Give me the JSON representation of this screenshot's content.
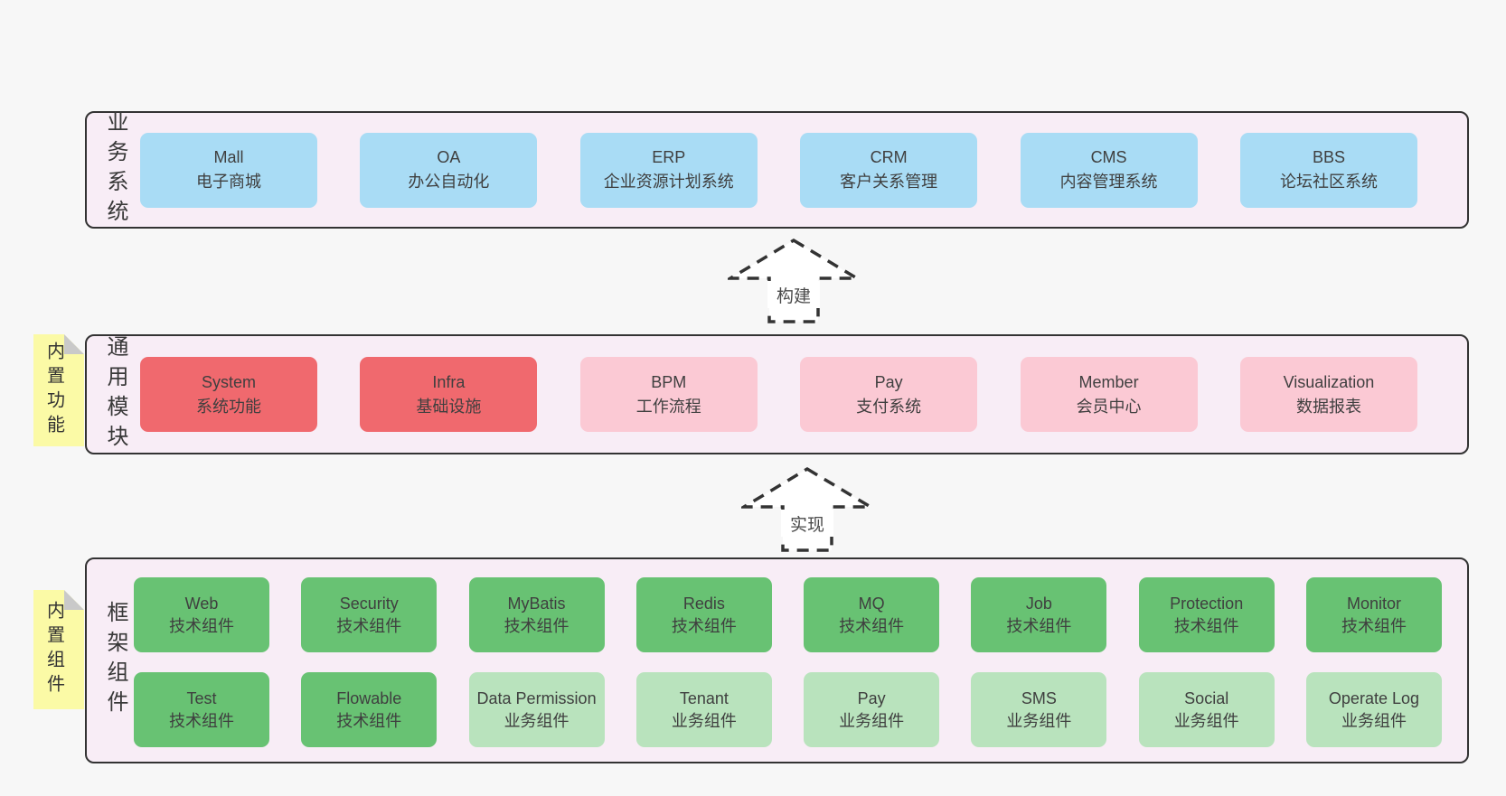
{
  "colors": {
    "page-bg": "#f7f7f7",
    "container-fill": "#f8edf6",
    "container-border": "#333333",
    "blue": "#a9dcf5",
    "red": "#f0696e",
    "pink": "#fbc9d4",
    "green": "#68c273",
    "lightgreen": "#b9e3bd",
    "note-yellow": "#fbfaa6",
    "note-fold": "#c9c9c9",
    "text": "#3f3f3f"
  },
  "layers": [
    {
      "label": "业务系统",
      "rows": [
        [
          {
            "name": "Mall",
            "subtitle": "电子商城",
            "color": "blue"
          },
          {
            "name": "OA",
            "subtitle": "办公自动化",
            "color": "blue"
          },
          {
            "name": "ERP",
            "subtitle": "企业资源计划系统",
            "color": "blue"
          },
          {
            "name": "CRM",
            "subtitle": "客户关系管理",
            "color": "blue"
          },
          {
            "name": "CMS",
            "subtitle": "内容管理系统",
            "color": "blue"
          },
          {
            "name": "BBS",
            "subtitle": "论坛社区系统",
            "color": "blue"
          }
        ]
      ]
    },
    {
      "label": "通用模块",
      "note": "内置功能",
      "rows": [
        [
          {
            "name": "System",
            "subtitle": "系统功能",
            "color": "red"
          },
          {
            "name": "Infra",
            "subtitle": "基础设施",
            "color": "red"
          },
          {
            "name": "BPM",
            "subtitle": "工作流程",
            "color": "pink"
          },
          {
            "name": "Pay",
            "subtitle": "支付系统",
            "color": "pink"
          },
          {
            "name": "Member",
            "subtitle": "会员中心",
            "color": "pink"
          },
          {
            "name": "Visualization",
            "subtitle": "数据报表",
            "color": "pink"
          }
        ]
      ]
    },
    {
      "label": "框架组件",
      "note": "内置组件",
      "rows": [
        [
          {
            "name": "Web",
            "subtitle": "技术组件",
            "color": "green"
          },
          {
            "name": "Security",
            "subtitle": "技术组件",
            "color": "green"
          },
          {
            "name": "MyBatis",
            "subtitle": "技术组件",
            "color": "green"
          },
          {
            "name": "Redis",
            "subtitle": "技术组件",
            "color": "green"
          },
          {
            "name": "MQ",
            "subtitle": "技术组件",
            "color": "green"
          },
          {
            "name": "Job",
            "subtitle": "技术组件",
            "color": "green"
          },
          {
            "name": "Protection",
            "subtitle": "技术组件",
            "color": "green"
          },
          {
            "name": "Monitor",
            "subtitle": "技术组件",
            "color": "green"
          }
        ],
        [
          {
            "name": "Test",
            "subtitle": "技术组件",
            "color": "green"
          },
          {
            "name": "Flowable",
            "subtitle": "技术组件",
            "color": "green"
          },
          {
            "name": "Data Permission",
            "subtitle": "业务组件",
            "color": "lightgreen"
          },
          {
            "name": "Tenant",
            "subtitle": "业务组件",
            "color": "lightgreen"
          },
          {
            "name": "Pay",
            "subtitle": "业务组件",
            "color": "lightgreen"
          },
          {
            "name": "SMS",
            "subtitle": "业务组件",
            "color": "lightgreen"
          },
          {
            "name": "Social",
            "subtitle": "业务组件",
            "color": "lightgreen"
          },
          {
            "name": "Operate Log",
            "subtitle": "业务组件",
            "color": "lightgreen"
          }
        ]
      ]
    }
  ],
  "arrows": [
    {
      "label": "构建"
    },
    {
      "label": "实现"
    }
  ]
}
